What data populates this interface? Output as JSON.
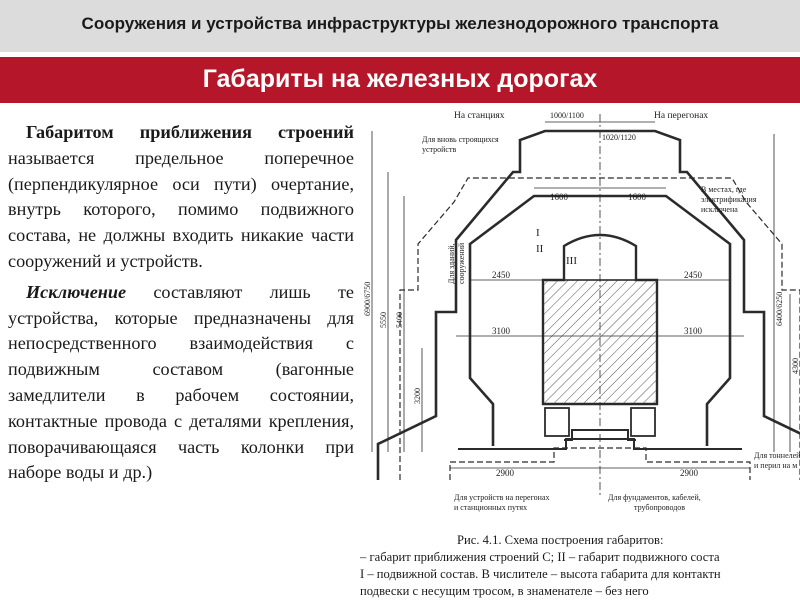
{
  "header": {
    "title": "Сооружения и устройства инфраструктуры железнодорожного транспорта"
  },
  "banner": {
    "title": "Габариты на железных дорогах"
  },
  "definition": {
    "term": "Габаритом приближения строений",
    "text": " называется предельное поперечное (перпендикулярное оси пути) очертание, внутрь которого, помимо подвижного состава, не должны входить никакие части сооружений и устройств."
  },
  "exception": {
    "term": "Исключение",
    "text": " составляют лишь те устройства, которые предназначены для непосредственного взаимодействия с подвижным составом (вагонные замедлители в рабочем состоянии, контактные провода с деталями крепления, поворачивающаяся часть колонки при наборе воды и др.)"
  },
  "diagram": {
    "label_stations": "На станциях",
    "label_spans": "На перегонах",
    "label_new_devices_1": "Для вновь строящихся",
    "label_new_devices_2": "устройств",
    "label_electrification_1": "В местах, где",
    "label_electrification_2": "электрификация",
    "label_electrification_3": "исключена",
    "label_buildings_1": "Для зданий,",
    "label_buildings_2": "сооружений",
    "label_tunnels_1": "Для тоннелей",
    "label_tunnels_2": "и перил на м",
    "label_span_devices_1": "Для устройств на перегонах",
    "label_span_devices_2": "и станционных путях",
    "label_foundations_1": "Для фундаментов, кабелей,",
    "label_foundations_2": "трубопроводов",
    "roman_1": "I",
    "roman_2": "II",
    "roman_3": "III",
    "dim_1000_1100": "1000/1100",
    "dim_1020_1120": "1020/1120",
    "dim_1600_left": "1600",
    "dim_1600_right": "1600",
    "dim_2450_left": "2450",
    "dim_2450_right": "2450",
    "dim_3100_left": "3100",
    "dim_3100_right": "3100",
    "dim_2900_left": "2900",
    "dim_2900_right": "2900",
    "dim_6900_6750": "6900/6750",
    "dim_5550": "5550",
    "dim_5400": "5400",
    "dim_3200": "3200",
    "dim_6400_6250": "6400/6250",
    "dim_4300": "4300"
  },
  "caption": {
    "title": "Рис. 4.1. Схема построения габаритов:",
    "line_1": "– габарит приближения строений С; II – габарит подвижного соста",
    "line_2": "I – подвижной состав. В числителе – высота габарита для контактн",
    "line_3": "подвески с несущим тросом, в знаменателе – без него"
  },
  "colors": {
    "top_bar": "#dcdcdc",
    "title_band": "#b5162a",
    "diagram_ink": "#2b2b2b"
  }
}
